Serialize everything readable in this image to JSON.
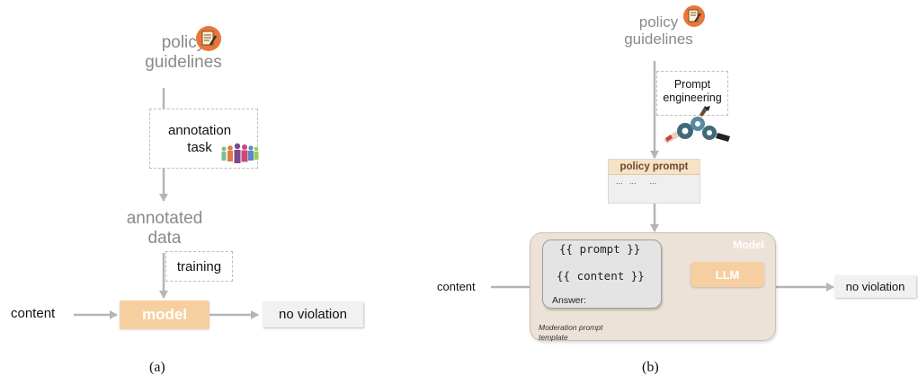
{
  "panel_a": {
    "policy_guidelines": [
      "policy",
      "guidelines"
    ],
    "annotation_task": [
      "annotation",
      "task"
    ],
    "annotated_data": [
      "annotated",
      "data"
    ],
    "training": "training",
    "content": "content",
    "model": "model",
    "output": "no violation",
    "caption": "(a)"
  },
  "panel_b": {
    "policy_guidelines": [
      "policy",
      "guidelines"
    ],
    "prompt_engineering": [
      "Prompt",
      "engineering"
    ],
    "policy_prompt_title": "policy prompt",
    "policy_prompt_body": "...   ...      ...",
    "model_label": "Model",
    "template_lines": [
      "{{ prompt }}",
      "{{ content }}",
      "Answer:"
    ],
    "template_label": [
      "Moderation prompt",
      "template"
    ],
    "llm": "LLM",
    "content": "content",
    "output": "no violation",
    "caption": "(b)"
  },
  "colors": {
    "arrow": "#b5b5b5",
    "model_fill": "#f6cfa0",
    "panel_fill": "#ede2d7",
    "icon_orange": "#e8763a"
  }
}
